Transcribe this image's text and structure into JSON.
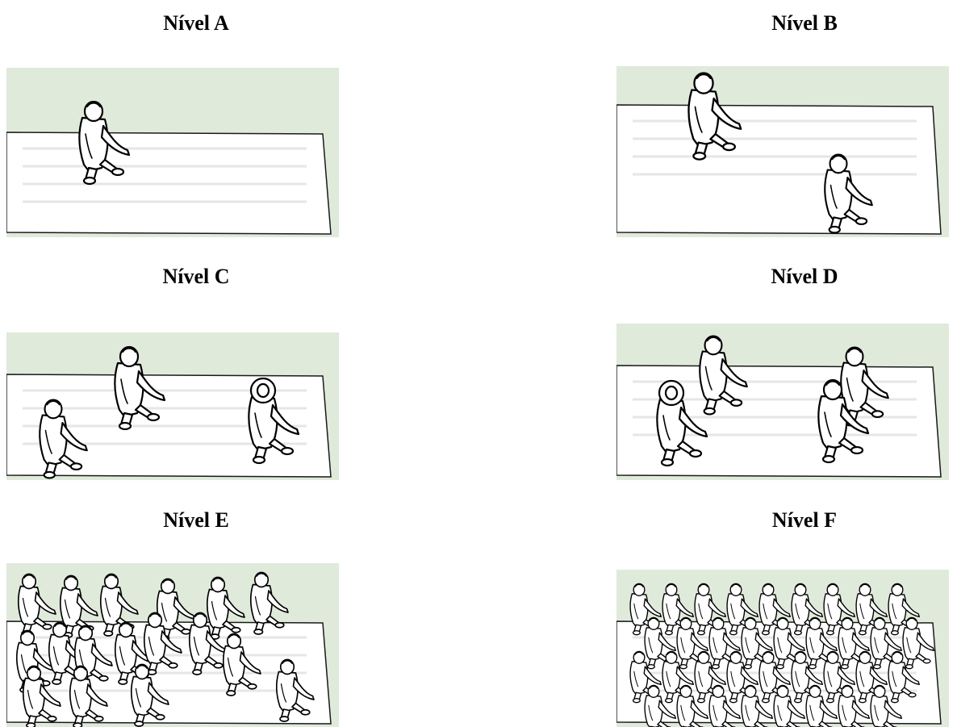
{
  "panels": [
    {
      "label": "Nível A",
      "people": 1
    },
    {
      "label": "Nível B",
      "people": 2
    },
    {
      "label": "Nível C",
      "people": 3
    },
    {
      "label": "Nível D",
      "people": 4
    },
    {
      "label": "Nível E",
      "people": 17
    },
    {
      "label": "Nível F",
      "people": 35
    }
  ]
}
